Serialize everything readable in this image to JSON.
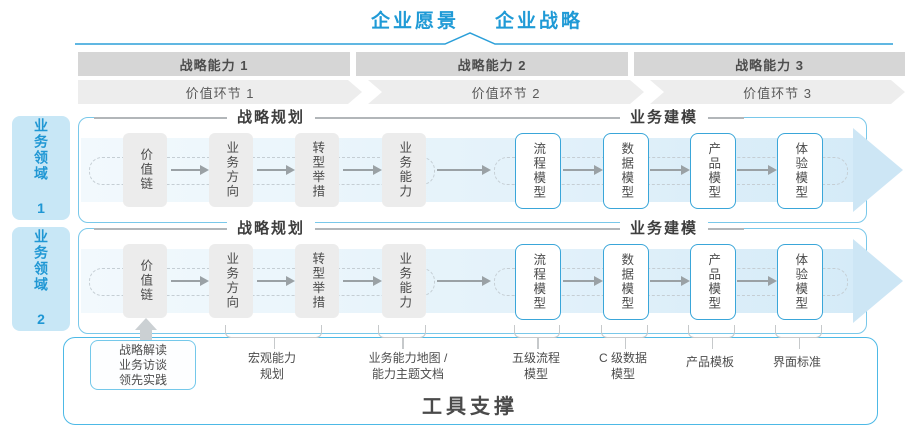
{
  "header": {
    "vision": "企业愿景",
    "strategy": "企业战略"
  },
  "capability_bar": [
    "战略能力 1",
    "战略能力 2",
    "战略能力 3"
  ],
  "value_chain_bar": [
    "价值环节 1",
    "价值环节 2",
    "价值环节 3"
  ],
  "domains": [
    "业务领域 1",
    "业务领域 2"
  ],
  "zone_labels": {
    "planning": "战略规划",
    "modeling": "业务建模"
  },
  "flow_boxes": [
    {
      "label": "价值链",
      "type": "gray"
    },
    {
      "label": "业务方向",
      "type": "gray"
    },
    {
      "label": "转型举措",
      "type": "gray"
    },
    {
      "label": "业务能力",
      "type": "gray"
    },
    {
      "label": "流程模型",
      "type": "blue"
    },
    {
      "label": "数据模型",
      "type": "blue"
    },
    {
      "label": "产品模型",
      "type": "blue"
    },
    {
      "label": "体验模型",
      "type": "blue"
    }
  ],
  "deliverables": {
    "interview_box": "战略解读\n业务访谈\n领先实践",
    "items": [
      "宏观能力\n规划",
      "业务能力地图 /\n能力主题文档",
      "五级流程\n模型",
      "C 级数据\n模型",
      "产品模板",
      "界面标准"
    ]
  },
  "tool_support": "工具支撑",
  "colors": {
    "accent_blue": "#1f9ad6",
    "panel_border": "#79c8ea",
    "tool_border": "#4db9e6",
    "band_fill": "#d5ebf8",
    "box_gray": "#ececec",
    "box_blue_border": "#3aa6d9",
    "bar_gray": "#d6d6d6",
    "chevron_gray": "#ededed"
  }
}
